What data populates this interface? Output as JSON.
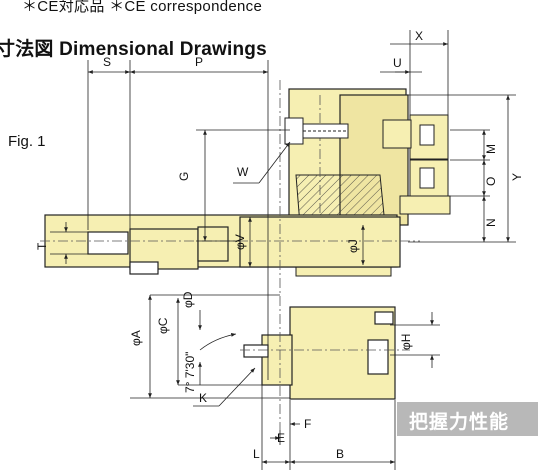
{
  "header": {
    "text": "＊CE対応品 ＊CE correspondence"
  },
  "title": {
    "text": "寸法図 Dimensional Drawings"
  },
  "figure": {
    "label": "Fig. 1"
  },
  "banner": {
    "text": "把握力性能"
  },
  "dimensions": {
    "S": "S",
    "P": "P",
    "X": "X",
    "U": "U",
    "G": "G",
    "W": "W",
    "M": "M",
    "O": "O",
    "N": "N",
    "Y": "Y",
    "T": "T",
    "V": "φV",
    "J": "φJ",
    "D": "φD",
    "C": "φC",
    "A": "φA",
    "angle": "7° 7'30\"",
    "H": "φH",
    "K": "K",
    "E": "E",
    "F": "F",
    "L": "L",
    "B": "B"
  },
  "colors": {
    "part_fill": "#f6efb2",
    "line": "#222222",
    "banner": "#b8b8b8"
  }
}
